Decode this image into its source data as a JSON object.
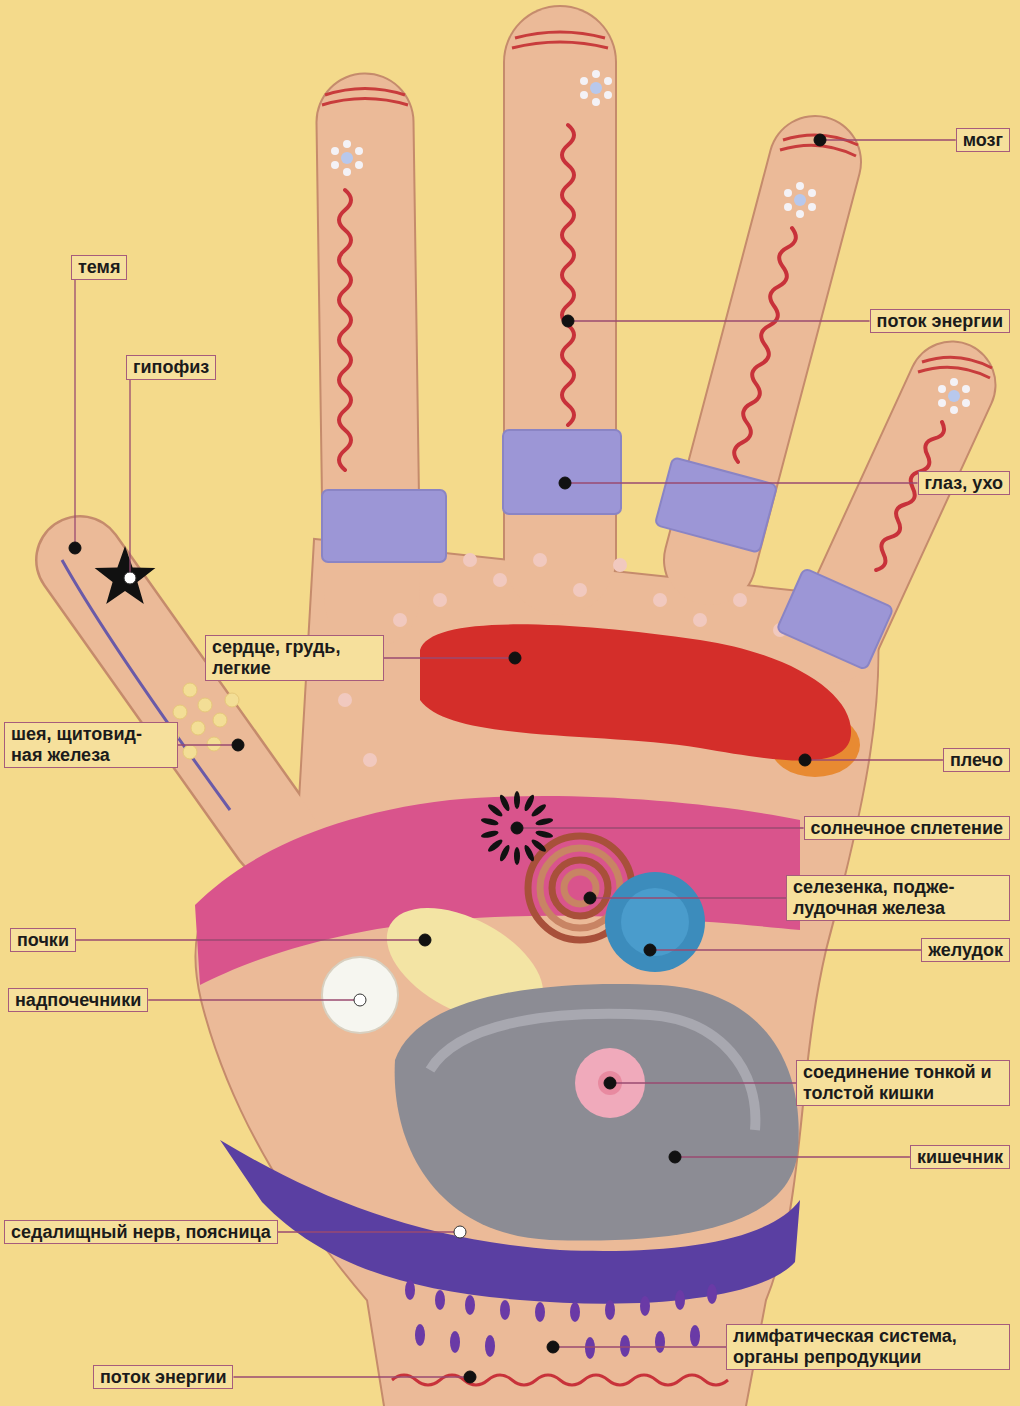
{
  "diagram": {
    "nodes": [
      {
        "text": [
          "мозг"
        ]
      },
      {
        "text": [
          "темя"
        ]
      },
      {
        "text": [
          "поток энергии"
        ]
      },
      {
        "text": [
          "гипофиз"
        ]
      },
      {
        "text": [
          "глаз, ухо"
        ]
      },
      {
        "text": [
          "сердце, грудь, легкие"
        ]
      },
      {
        "text": [
          "шея, щитовид-ная железа"
        ]
      },
      {
        "text": [
          "плечо"
        ]
      },
      {
        "text": [
          "солнечное сплетение"
        ]
      },
      {
        "text": [
          "селезенка, подже-лудочная железа"
        ]
      },
      {
        "text": [
          "почки"
        ]
      },
      {
        "text": [
          "желудок"
        ]
      },
      {
        "text": [
          "надпочечники"
        ]
      },
      {
        "text": [
          "соединение тонкой и толстой кишки"
        ]
      },
      {
        "text": [
          "кишечник"
        ]
      },
      {
        "text": [
          "седалищный нерв, поясница"
        ]
      },
      {
        "text": [
          "лимфатическая система, органы репродукции"
        ]
      },
      {
        "text": [
          "поток энергии"
        ]
      }
    ]
  }
}
